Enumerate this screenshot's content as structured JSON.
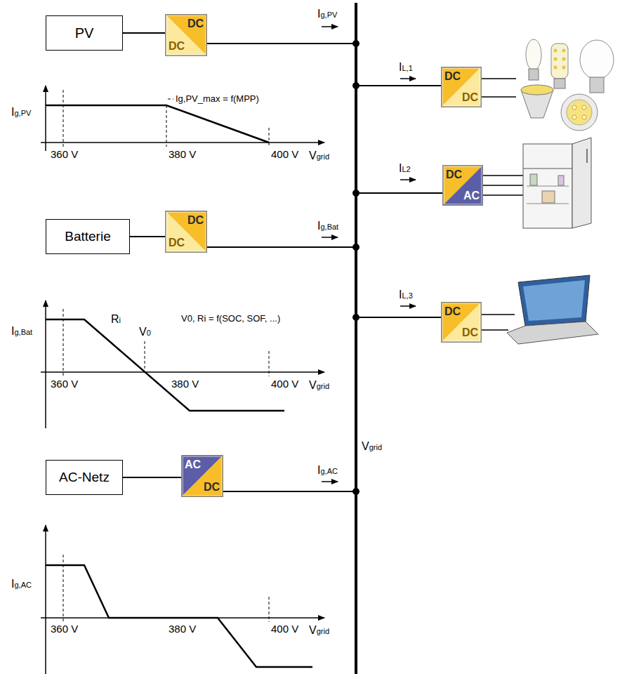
{
  "diagram": {
    "nodes": [
      {
        "text": [
          "PV"
        ]
      },
      {
        "text": [
          "DC",
          "DC"
        ]
      },
      {
        "text": [
          "Vgrid"
        ]
      },
      {
        "text": [
          "DC",
          "DC"
        ]
      },
      {
        "text": [
          "DC",
          "AC"
        ]
      },
      {
        "text": [
          "Batterie"
        ]
      },
      {
        "text": [
          "DC",
          "DC"
        ]
      },
      {
        "text": [
          "DC",
          "DC"
        ]
      },
      {
        "text": [
          "AC-Netz"
        ]
      },
      {
        "text": [
          "AC",
          "DC"
        ]
      }
    ],
    "edges": [
      {
        "from": 0,
        "to": 1,
        "arrow": "none"
      },
      {
        "from": 1,
        "to": 2,
        "arrow": "none",
        "label": "Ig,PV"
      },
      {
        "from": 2,
        "to": 3,
        "arrow": "none",
        "label": "IL,1"
      },
      {
        "from": 2,
        "to": 4,
        "arrow": "none",
        "label": "IL2"
      },
      {
        "from": 5,
        "to": 6,
        "arrow": "none"
      },
      {
        "from": 6,
        "to": 2,
        "arrow": "none",
        "label": "Ig,Bat"
      },
      {
        "from": 2,
        "to": 7,
        "arrow": "none",
        "label": "IL,3"
      },
      {
        "from": 8,
        "to": 9,
        "arrow": "none"
      },
      {
        "from": 9,
        "to": 2,
        "arrow": "none",
        "label": "Ig,AC"
      }
    ],
    "labels": [
      "Ig,PV",
      "Ig,PV_max = f(MPP)",
      "360 V",
      "380 V",
      "400 V",
      "Vgrid",
      "Ig,Bat",
      "Ri",
      "V0",
      "V0, Ri = f(SOC, SOF, ...)",
      "360 V",
      "380 V",
      "400 V",
      "Vgrid",
      "Ig,AC",
      "360 V",
      "380 V",
      "400 V",
      "Vgrid"
    ]
  }
}
